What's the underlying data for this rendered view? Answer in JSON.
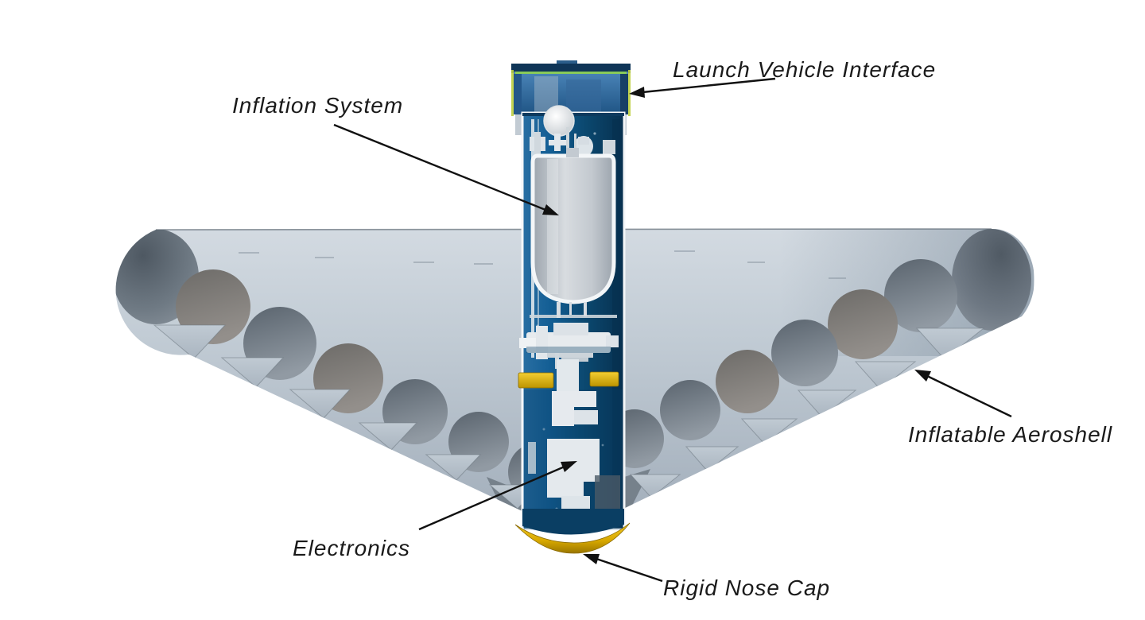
{
  "figure": {
    "labels": {
      "launch_vehicle_interface": "Launch Vehicle Interface",
      "inflation_system": "Inflation System",
      "inflatable_aeroshell": "Inflatable Aeroshell",
      "electronics": "Electronics",
      "rigid_nose_cap": "Rigid Nose Cap"
    },
    "colors": {
      "background": "#ffffff",
      "label_text": "#1a1a1a",
      "arrow": "#111111",
      "aeroshell_surface": "#bcc7d2",
      "aeroshell_torus": "#737d88",
      "structure_blue": "#11527e",
      "interface_blue": "#3a76ad",
      "tank_grey": "#c7cdd3",
      "fitting_gold": "#e3b41a",
      "nose_cap_gold": "#d9a900"
    }
  }
}
